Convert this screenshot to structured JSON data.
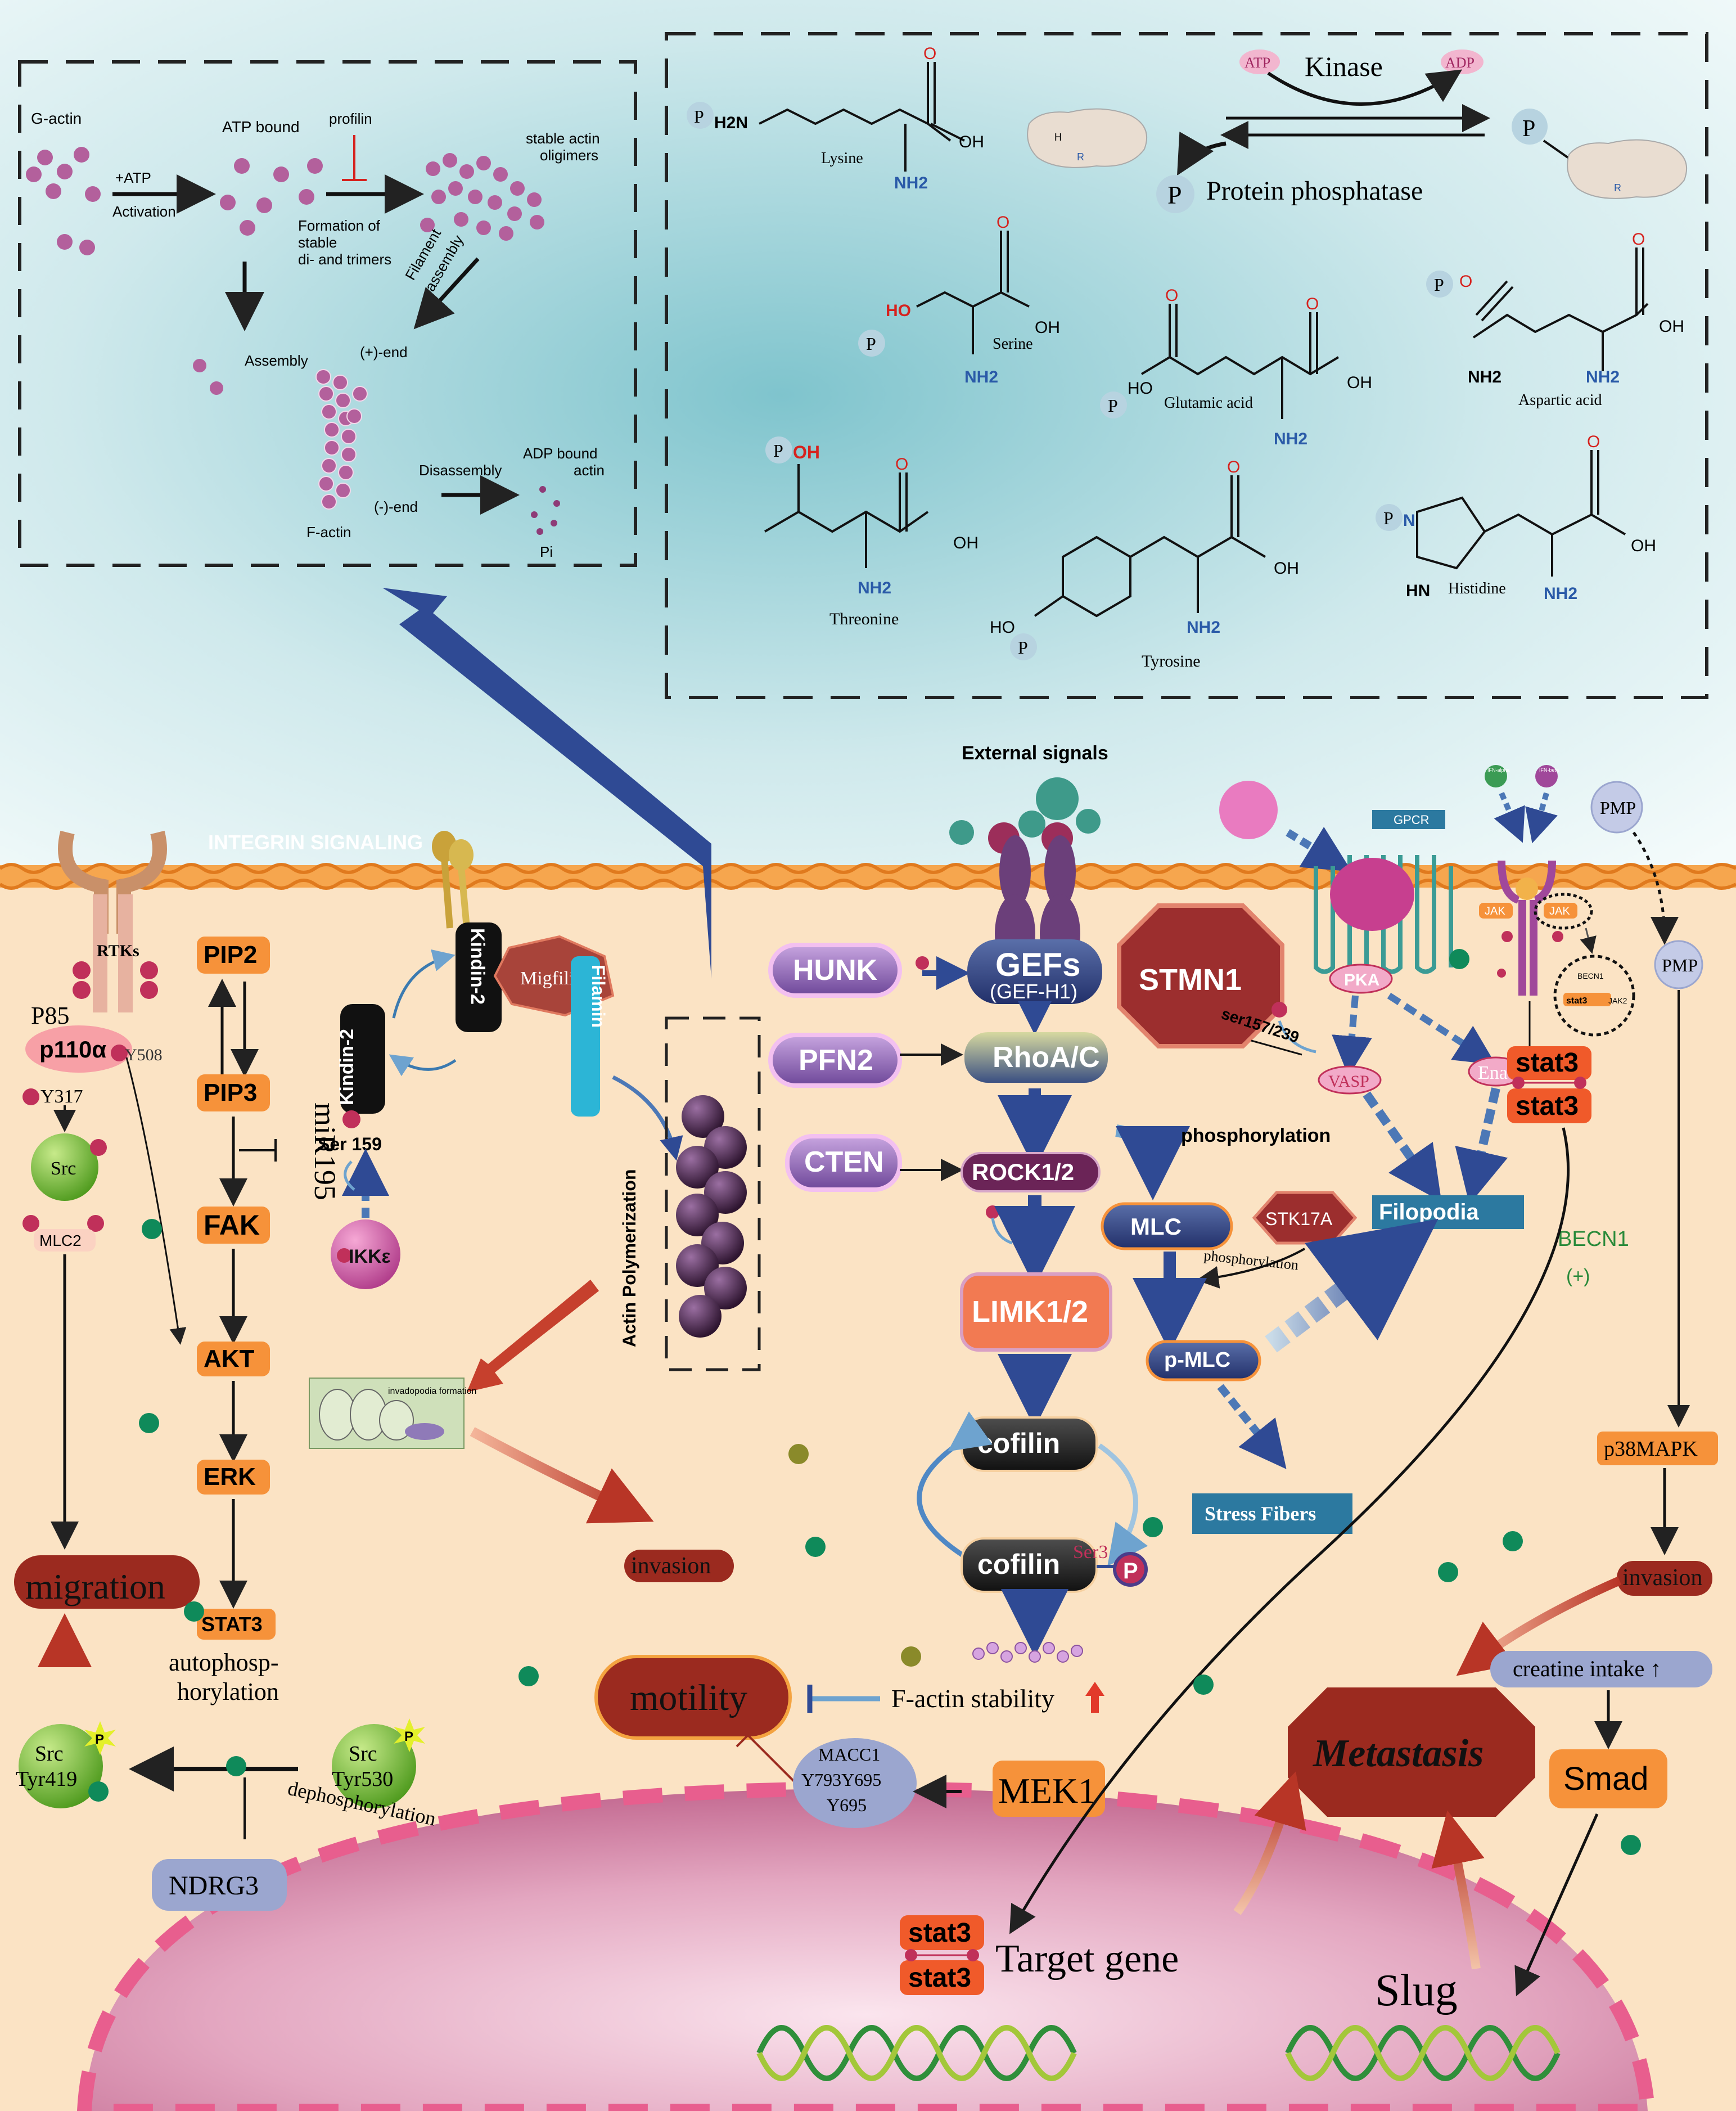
{
  "colors": {
    "top_bg": "#d6eef0",
    "cell_bg": "#fbe3c4",
    "membrane": "#f29a3a",
    "orange_box": "#f6923a",
    "navy_arrow": "#2f4a94",
    "red_arrow": "#b83526",
    "dark_red": "#8e1f1a",
    "actin_purple": "#b3609c",
    "nucleus": "#d78fac",
    "teal_label": "#2c79a0",
    "green_dot": "#0f8a5a"
  },
  "actin_panel": {
    "g_actin": "G-actin",
    "atp": "+ATP",
    "activation": "Activation",
    "atp_bound": "ATP bound",
    "profilin": "profilin",
    "formation_1": "Formation of",
    "formation_2": "stable",
    "formation_3": "di- and trimers",
    "stable_1": "stable actin",
    "stable_2": "oligimers",
    "filament_1": "Filament",
    "filament_2": "assembly",
    "assembly": "Assembly",
    "plus_end": "(+)-end",
    "minus_end": "(-)-end",
    "disassembly": "Disassembly",
    "adp_1": "ADP bound",
    "adp_2": "actin",
    "f_actin": "F-actin",
    "pi": "Pi"
  },
  "phospho_panel": {
    "atp": "ATP",
    "kinase": "Kinase",
    "adp": "ADP",
    "phosphatase": "Protein phosphatase",
    "p": "P",
    "amino_acids": {
      "lysine": "Lysine",
      "serine": "Serine",
      "glutamic": "Glutamic acid",
      "aspartic": "Aspartic acid",
      "threonine": "Threonine",
      "tyrosine": "Tyrosine",
      "histidine": "Histidine"
    },
    "oh": "OH",
    "ho": "HO",
    "o": "O",
    "nh2": "NH2",
    "h2n": "H2N",
    "n": "N",
    "hn": "HN",
    "r": "R",
    "h": "H"
  },
  "labels": {
    "external_signals": "External signals",
    "integrin": "INTEGRIN SIGNALING",
    "gpcr": "GPCR",
    "pmp": "PMP",
    "ifn_alpha": "IFN-alpha",
    "ifn_beta": "IFN-beta",
    "jak": "JAK",
    "becn1_small": "BECN1",
    "stat3_small": "stat3",
    "jak2": "JAK2",
    "rtks": "RTKs",
    "p85": "P85",
    "p110a": "p110α",
    "y317": "Y317",
    "y508": "Y508",
    "src": "Src",
    "mlc2": "MLC2",
    "pip2": "PIP2",
    "pip3": "PIP3",
    "fak": "FAK",
    "akt": "AKT",
    "erk": "ERK",
    "stat3_upper": "STAT3",
    "mir195": "miR195",
    "kindlin2": "Kindin-2",
    "migfilin": "Migfilin",
    "filamin": "Filamin",
    "ser159": "Ser 159",
    "ikke": "IKKε",
    "actin_polymerization": "Actin Polymerization",
    "invadopodia": "invadopodia formation",
    "invasion": "invasion",
    "migration": "migration",
    "autophos_1": "autophosp-",
    "autophos_2": "horylation",
    "dephosphorylation": "dephosphorylation",
    "src_tyr419_1": "Src",
    "src_tyr419_2": "Tyr419",
    "src_tyr530_1": "Src",
    "src_tyr530_2": "Tyr530",
    "ndrg3": "NDRG3",
    "hunk": "HUNK",
    "pfn2": "PFN2",
    "cten": "CTEN",
    "gefs": "GEFs",
    "gef_h1": "(GEF-H1)",
    "rhoac": "RhoA/C",
    "rock": "ROCK1/2",
    "limk": "LIMK1/2",
    "cofilin": "cofilin",
    "ser3": "Ser3",
    "factin_stability": "F-actin stability",
    "motility": "motility",
    "macc1_1": "MACC1",
    "macc1_2": "Y793Y695",
    "macc1_3": "Y695",
    "mek1": "MEK1",
    "stmn1": "STMN1",
    "pka": "PKA",
    "ser157": "ser157/239",
    "vasp": "VASP",
    "ena": "Ena",
    "phosphorylation": "phosphorylation",
    "mlc": "MLC",
    "stk17a": "STK17A",
    "phosphorylation_small": "phosphorylation",
    "pmlc": "p-MLC",
    "filopodia": "Filopodia",
    "stress_fibers": "Stress Fibers",
    "stat3": "stat3",
    "becn1": "BECN1",
    "plus": "(+)",
    "p38mapk": "p38MAPK",
    "invasion_right": "invasion",
    "creatine": "creatine intake ↑",
    "smad": "Smad",
    "metastasis": "Metastasis",
    "target_gene": "Target gene",
    "slug": "Slug",
    "p": "P"
  }
}
